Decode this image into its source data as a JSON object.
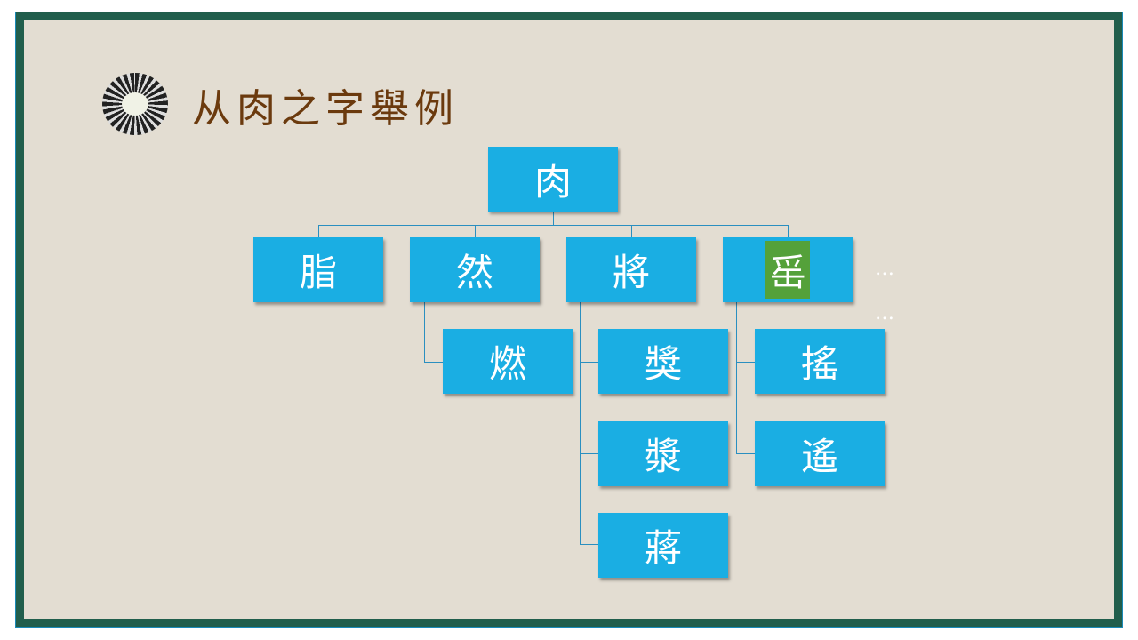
{
  "title": "从肉之字舉例",
  "root": "肉",
  "level1": [
    "脂",
    "然",
    "將",
    "䍃"
  ],
  "children": {
    "然": [
      "燃"
    ],
    "將": [
      "獎",
      "漿",
      "蔣"
    ],
    "䍃": [
      "搖",
      "遙"
    ]
  },
  "ellipsis": [
    "…",
    "…"
  ],
  "colors": {
    "node": "#1aaee3",
    "highlight": "#54a13a",
    "title": "#6b3a0e",
    "frame": "#215e4c",
    "background": "#e3ddd2"
  }
}
